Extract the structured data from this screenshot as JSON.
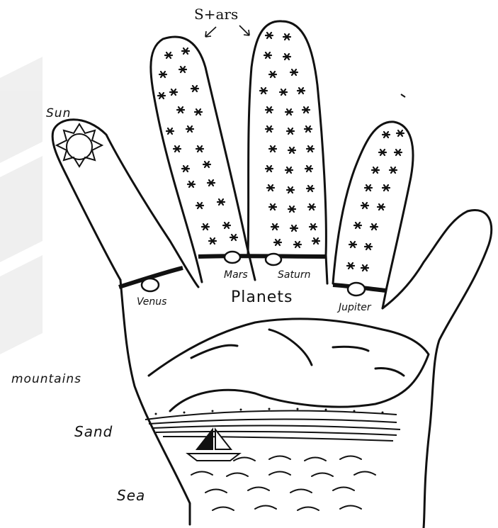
{
  "labels": {
    "stars": "S+ars",
    "sun": "Sun",
    "venus": "Venus",
    "mars": "Mars",
    "saturn": "Saturn",
    "jupiter": "Jupiter",
    "planets": "Planets",
    "mountains": "mountains",
    "sand": "Sand",
    "sea": "Sea"
  },
  "colors": {
    "ink": "#111111",
    "paper": "#ffffff"
  }
}
